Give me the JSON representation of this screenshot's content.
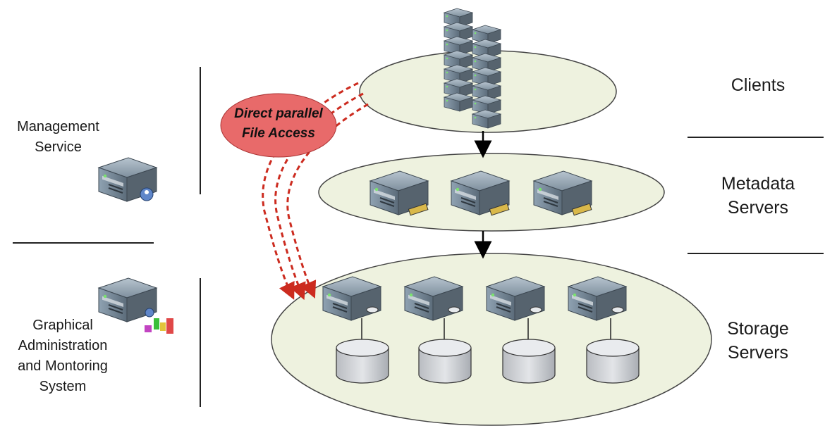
{
  "tiers": {
    "clients": {
      "label": "Clients"
    },
    "metadata": {
      "line1": "Metadata",
      "line2": "Servers"
    },
    "storage": {
      "line1": "Storage",
      "line2": "Servers"
    }
  },
  "left": {
    "management": {
      "line1": "Management",
      "line2": "Service"
    },
    "admin": {
      "line1": "Graphical",
      "line2": "Administration",
      "line3": "and Montoring",
      "line4": "System"
    }
  },
  "access": {
    "line1": "Direct parallel",
    "line2": "File Access"
  },
  "colors": {
    "ellipse_fill": "#eef2df",
    "ellipse_stroke": "#444444",
    "dashed_red": "#cc2b1f",
    "oval_fill": "#e86a6a",
    "server_body": "#5f6d79",
    "server_face": "#9fb0bd",
    "disk_fill": "#cfd2d6"
  }
}
